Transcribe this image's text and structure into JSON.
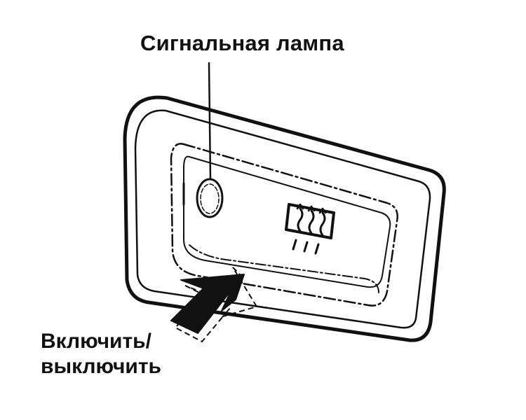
{
  "labels": {
    "indicator_lamp": "Сигнальная лампа",
    "switch_line1": "Включить/",
    "switch_line2": "выключить"
  },
  "icons": {
    "switch_symbol": "rear-defroster-icon",
    "press_arrow": "arrow-icon"
  },
  "colors": {
    "ink": "#111111",
    "background": "#ffffff"
  }
}
